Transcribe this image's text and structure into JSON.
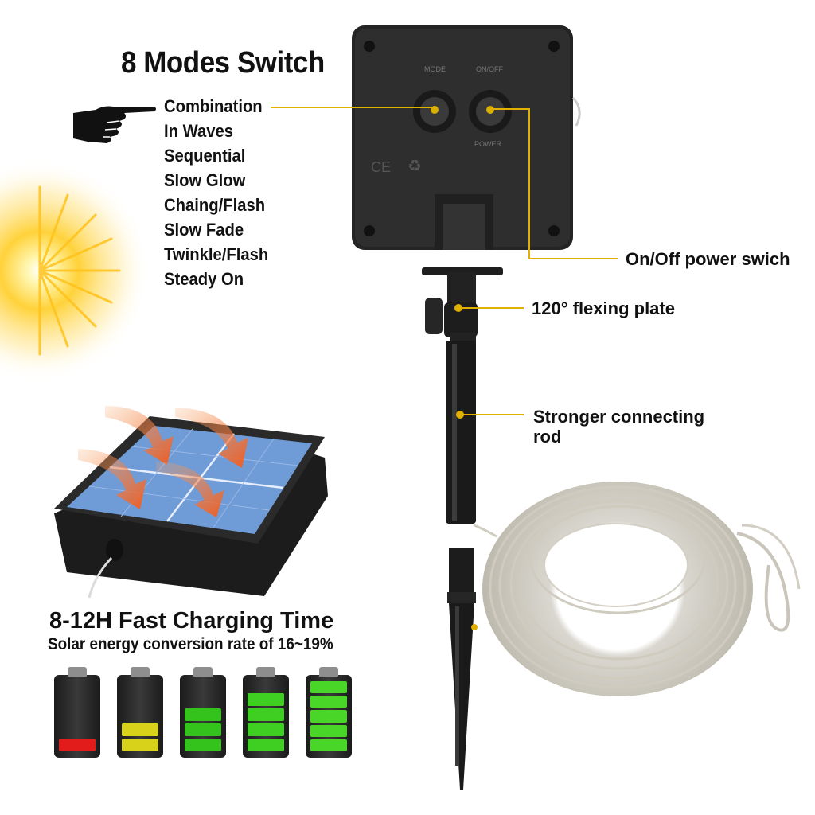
{
  "modes": {
    "title": "8 Modes Switch",
    "items": [
      "Combination",
      "In Waves",
      "Sequential",
      "Slow Glow",
      "Chaing/Flash",
      "Slow Fade",
      "Twinkle/Flash",
      "Steady On"
    ]
  },
  "box": {
    "mode_label": "MODE",
    "onoff_label": "ON/OFF",
    "power_label": "POWER",
    "ce_mark": "CE"
  },
  "callouts": {
    "power_switch": "On/Off power swich",
    "flex_plate": "120° flexing plate",
    "rod_line1": "Stronger connecting",
    "rod_line2": "rod"
  },
  "charging": {
    "title": "8-12H Fast Charging Time",
    "subtitle": "Solar energy conversion rate of 16~19%"
  },
  "batteries": [
    {
      "level": 1,
      "color": "#e21b1b"
    },
    {
      "level": 2,
      "color": "#d8d21a"
    },
    {
      "level": 3,
      "color": "#34c21c"
    },
    {
      "level": 4,
      "color": "#3fcf22"
    },
    {
      "level": 5,
      "color": "#4ad628"
    }
  ],
  "colors": {
    "accent": "#e2b100",
    "arrow": "#f05a1e",
    "panel": "#6f9bd6"
  }
}
